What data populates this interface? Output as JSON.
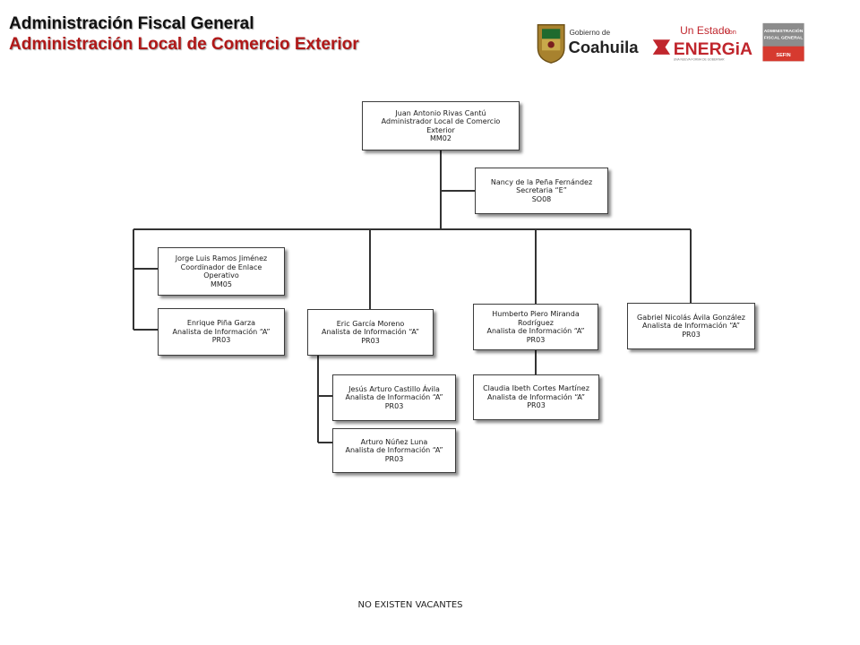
{
  "header": {
    "title": "Administración Fiscal General",
    "subtitle": "Administración Local de Comercio Exterior"
  },
  "logos": {
    "coahuila": {
      "line1": "Gobierno de",
      "line2": "Coahuila"
    },
    "energia": {
      "line1": "Un Estado",
      "line1b": "con",
      "line2": "ENERGiA",
      "tagline": "UNA NUEVA FORMA DE GOBERNAR"
    },
    "afg": {
      "line1": "ADMINISTRACIÓN",
      "line2": "FISCAL GENERAL",
      "line3": "SEFIN"
    }
  },
  "colors": {
    "accent_red": "#b01818",
    "connector": "#333333"
  },
  "org_chart": {
    "root": {
      "name": "Juan Antonio Rivas Cantú",
      "position": "Administrador  Local de Comercio Exterior",
      "code": "MM02"
    },
    "secretary": {
      "name": "Nancy de la Peña Fernández",
      "position": "Secretaria “E”",
      "code": "SO08"
    },
    "col1": [
      {
        "name": "Jorge Luis Ramos Jiménez",
        "position": "Coordinador  de Enlace Operativo",
        "code": "MM05"
      },
      {
        "name": "Enrique  Piña Garza",
        "position": "Analista  de Información  “A”",
        "code": "PR03"
      }
    ],
    "col2": {
      "head": {
        "name": "Eric García  Moreno",
        "position": "Analista  de Información  “A”",
        "code": "PR03"
      },
      "subs": [
        {
          "name": "Jesús Arturo  Castillo Ávila",
          "position": "Analista  de Información  “A”",
          "code": "PR03"
        },
        {
          "name": "Arturo  Núñez Luna",
          "position": "Analista  de Información  “A”",
          "code": "PR03"
        }
      ]
    },
    "col3": {
      "head": {
        "name_line1": "Humberto  Piero Miranda",
        "name_line2": "Rodríguez",
        "position": "Analista  de Información  “A”",
        "code": "PR03"
      },
      "sub": {
        "name": "Claudia  Ibeth Cortes  Martínez",
        "position": "Analista  de Información  “A”",
        "code": "PR03"
      }
    },
    "col4": {
      "name": "Gabriel  Nicolás Ávila González",
      "position": "Analista  de Información  “A”",
      "code": "PR03"
    }
  },
  "footer": {
    "note": "NO EXISTEN  VACANTES"
  }
}
